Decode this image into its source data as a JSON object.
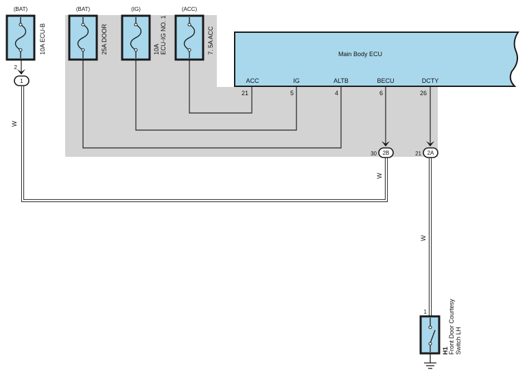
{
  "colors": {
    "junction_block": "#d3d3d3",
    "component_fill": "#a9d8ec",
    "wire": "#222222"
  },
  "fuses": [
    {
      "supply": "(BAT)",
      "label": "10A ECU-B"
    },
    {
      "supply": "(BAT)",
      "label": "25A DOOR"
    },
    {
      "supply": "(IG)",
      "label_line1": "10A",
      "label_line2": "ECU-IG NO. 1"
    },
    {
      "supply": "(ACC)",
      "label": "7. 5A ACC"
    }
  ],
  "ecu": {
    "name": "Main Body ECU",
    "pins": [
      {
        "name": "ACC",
        "number": "21"
      },
      {
        "name": "IG",
        "number": "5"
      },
      {
        "name": "ALTB",
        "number": "4"
      },
      {
        "name": "BECU",
        "number": "6"
      },
      {
        "name": "DCTY",
        "number": "26"
      }
    ]
  },
  "connectors": [
    {
      "id": "1",
      "pin": "2"
    },
    {
      "id": "2B",
      "pin": "30"
    },
    {
      "id": "2A",
      "pin": "21"
    }
  ],
  "wire_colors": [
    "W",
    "W",
    "W"
  ],
  "switch": {
    "code": "H1",
    "name_line1": "Front Door Courtesy",
    "name_line2": "Switch LH",
    "pin": "1"
  }
}
